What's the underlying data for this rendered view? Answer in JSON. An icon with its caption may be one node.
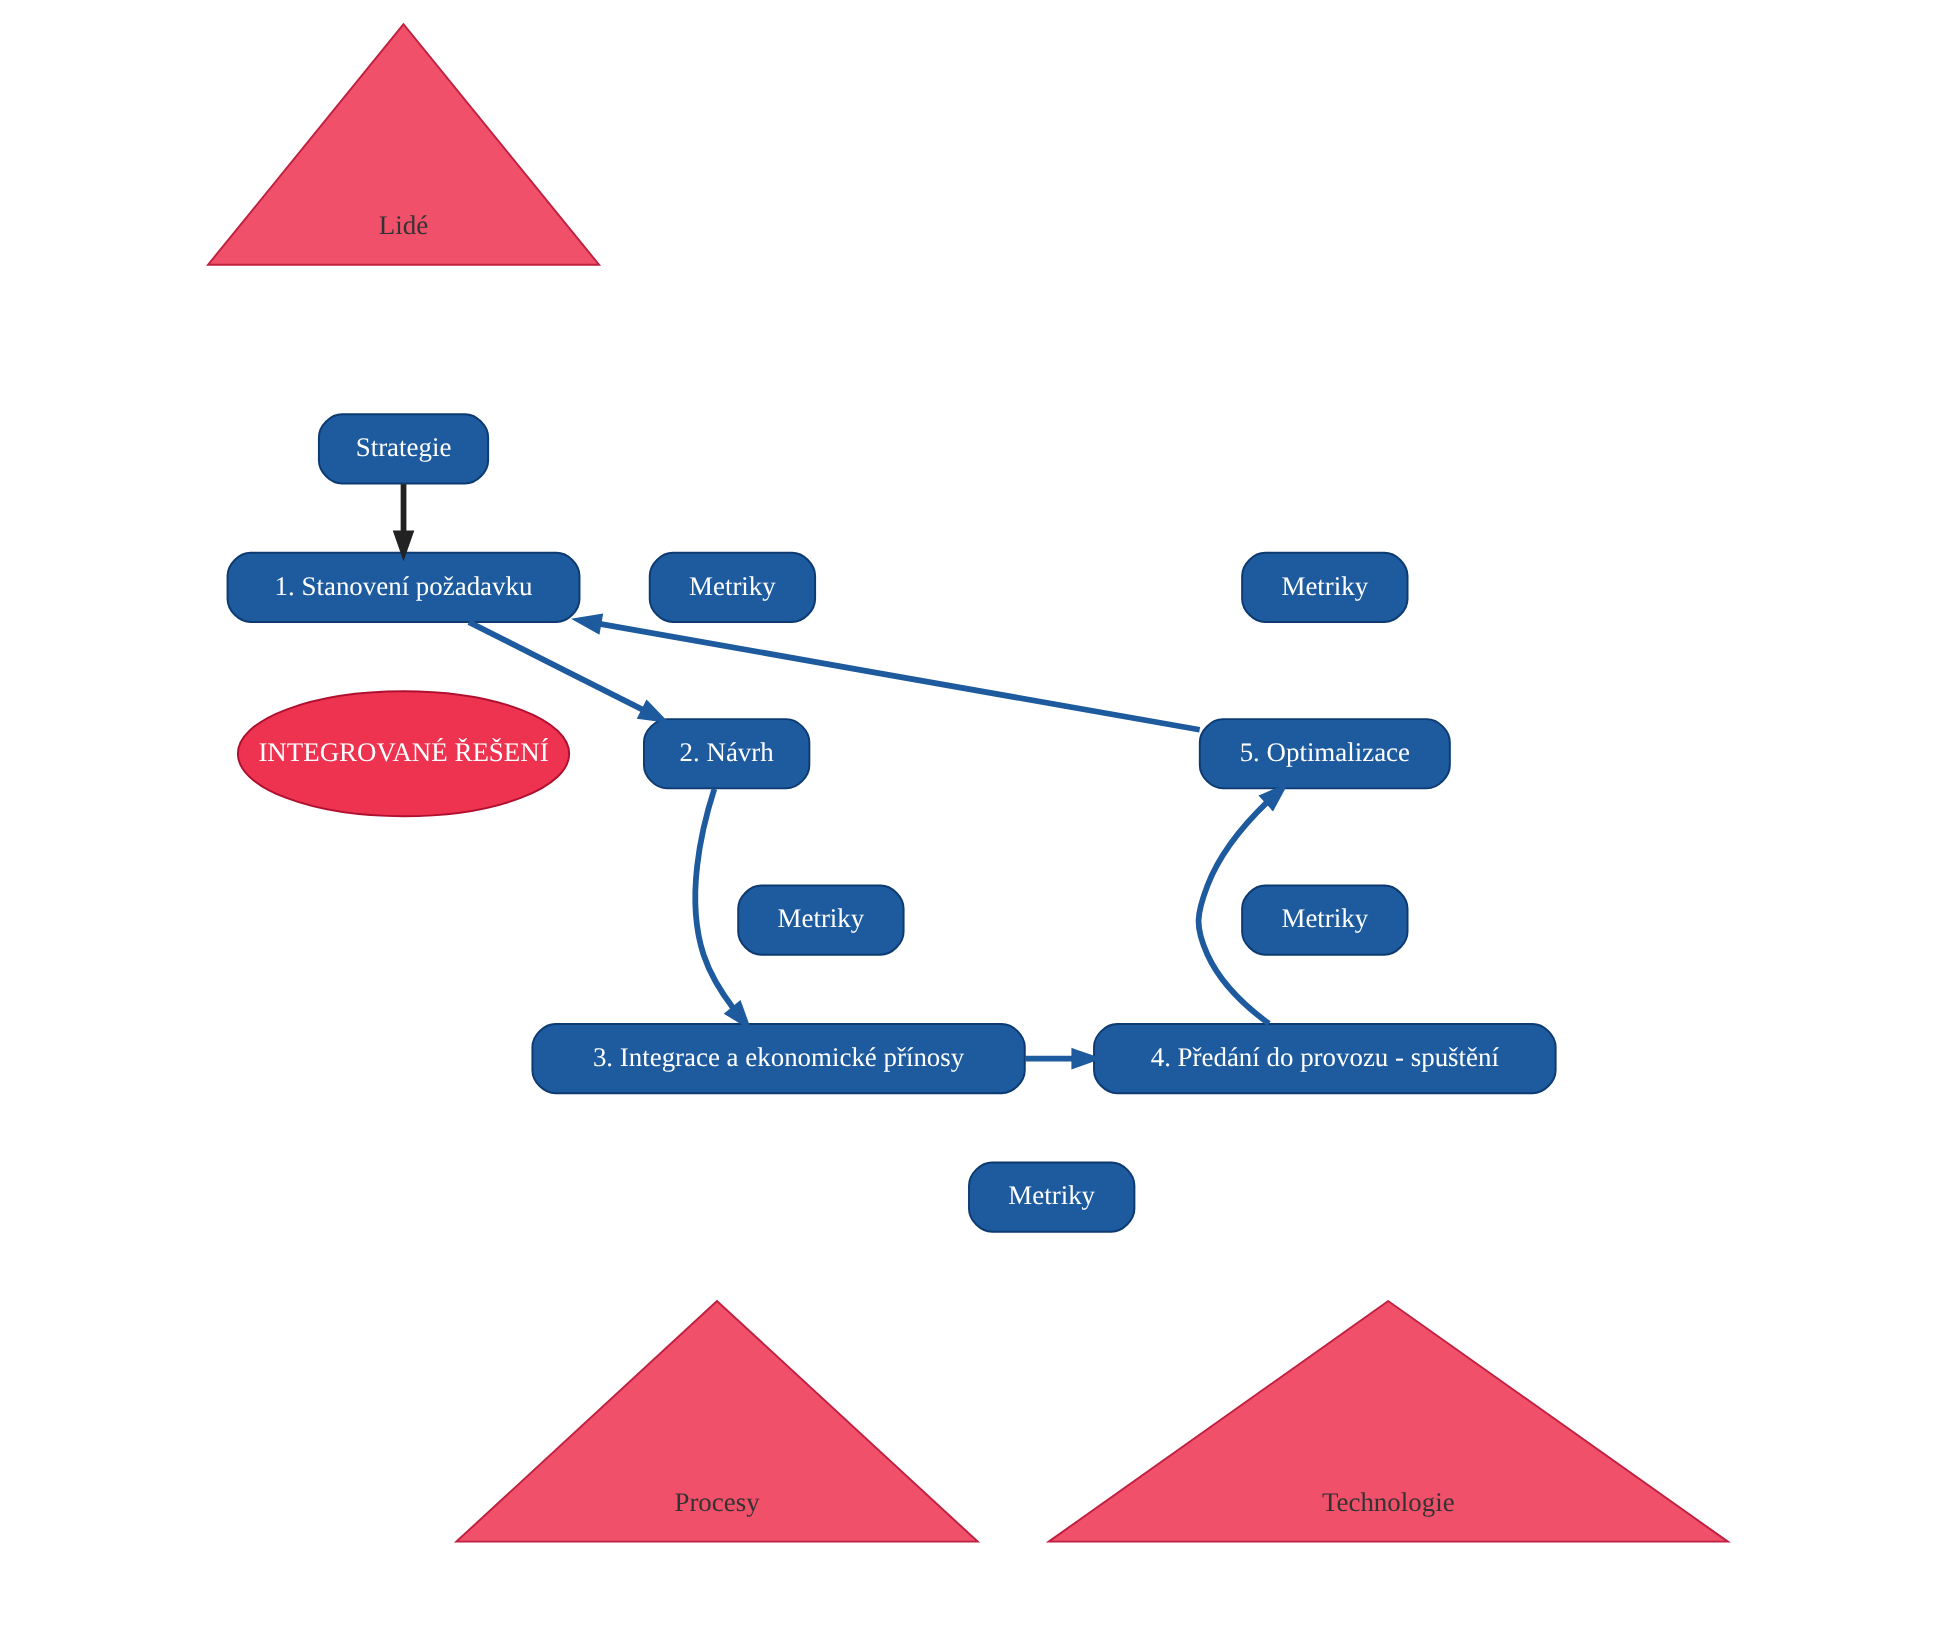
{
  "diagram": {
    "nodes": [
      {
        "text": [
          "Lidé"
        ]
      },
      {
        "text": [
          "Strategie"
        ]
      },
      {
        "text": [
          "1. Stanovení požadavku"
        ]
      },
      {
        "text": [
          "2. Návrh"
        ]
      },
      {
        "text": [
          "3. Integrace a ekonomické přínosy"
        ]
      },
      {
        "text": [
          "4. Předání do provozu - spuštění"
        ]
      },
      {
        "text": [
          "5. Optimalizace"
        ]
      },
      {
        "text": [
          "INTEGROVANÉ ŘEŠENÍ"
        ]
      },
      {
        "text": [
          "Metriky"
        ]
      },
      {
        "text": [
          "Metriky"
        ]
      },
      {
        "text": [
          "Metriky"
        ]
      },
      {
        "text": [
          "Metriky"
        ]
      },
      {
        "text": [
          "Metriky"
        ]
      },
      {
        "text": [
          "Procesy"
        ]
      },
      {
        "text": [
          "Technologie"
        ]
      }
    ],
    "edges": [
      {
        "from": 1,
        "to": 2,
        "arrow": "to",
        "color": "#222222"
      },
      {
        "from": 2,
        "to": 3,
        "arrow": "to"
      },
      {
        "from": 3,
        "to": 4,
        "arrow": "to"
      },
      {
        "from": 4,
        "to": 5,
        "arrow": "to"
      },
      {
        "from": 5,
        "to": 6,
        "arrow": "to"
      },
      {
        "from": 6,
        "to": 2,
        "arrow": "to"
      }
    ]
  }
}
